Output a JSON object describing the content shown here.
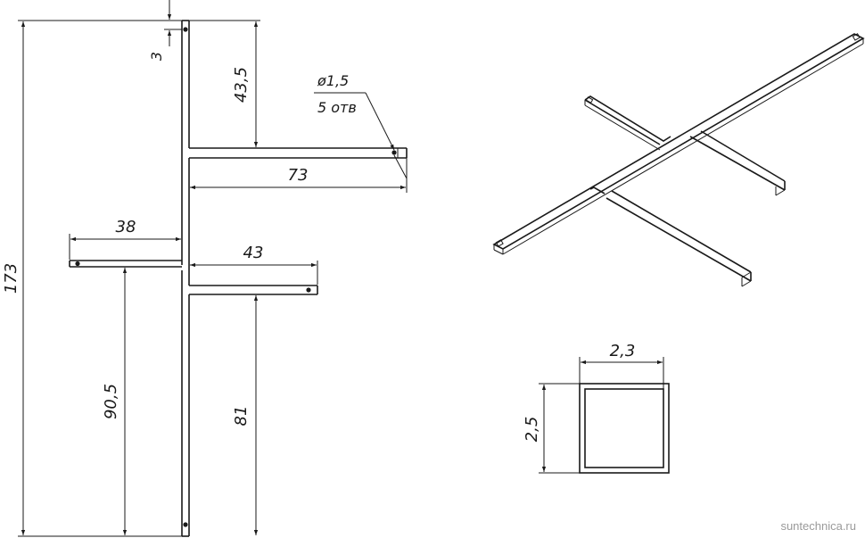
{
  "drawing": {
    "overall_height": "173",
    "top_offset": "3",
    "upper_arm_drop": "43,5",
    "hole_diameter": "ø1,5",
    "hole_count": "5 отв",
    "upper_right_arm": "73",
    "left_arm": "38",
    "lower_right_arm": "43",
    "left_arm_height": "90,5",
    "lower_right_arm_height": "81",
    "section_width": "2,3",
    "section_height": "2,5"
  },
  "watermark": "suntechnica.ru"
}
